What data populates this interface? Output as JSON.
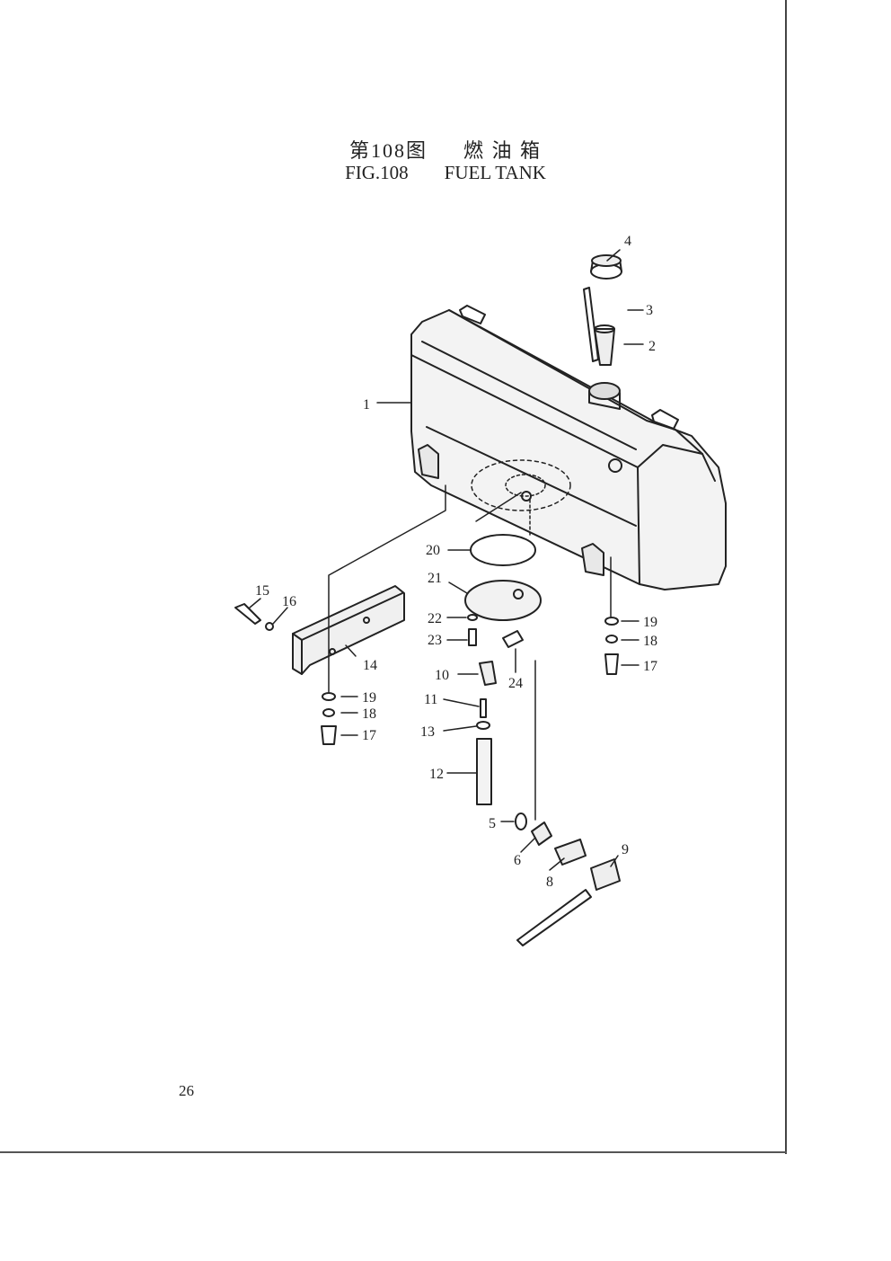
{
  "header": {
    "title_cn_fig": "第108图",
    "title_cn_name": "燃 油 箱",
    "title_en_fig": "FIG.108",
    "title_en_name": "FUEL TANK"
  },
  "diagram": {
    "callouts": {
      "c1": "1",
      "c2": "2",
      "c3": "3",
      "c4": "4",
      "c5": "5",
      "c6": "6",
      "c8": "8",
      "c9": "9",
      "c10": "10",
      "c11": "11",
      "c12": "12",
      "c13": "13",
      "c14": "14",
      "c15": "15",
      "c16": "16",
      "c17a": "17",
      "c18a": "18",
      "c19a": "19",
      "c17b": "17",
      "c18b": "18",
      "c19b": "19",
      "c20": "20",
      "c21": "21",
      "c22": "22",
      "c23": "23",
      "c24": "24"
    }
  },
  "footer": {
    "page_number": "26"
  }
}
